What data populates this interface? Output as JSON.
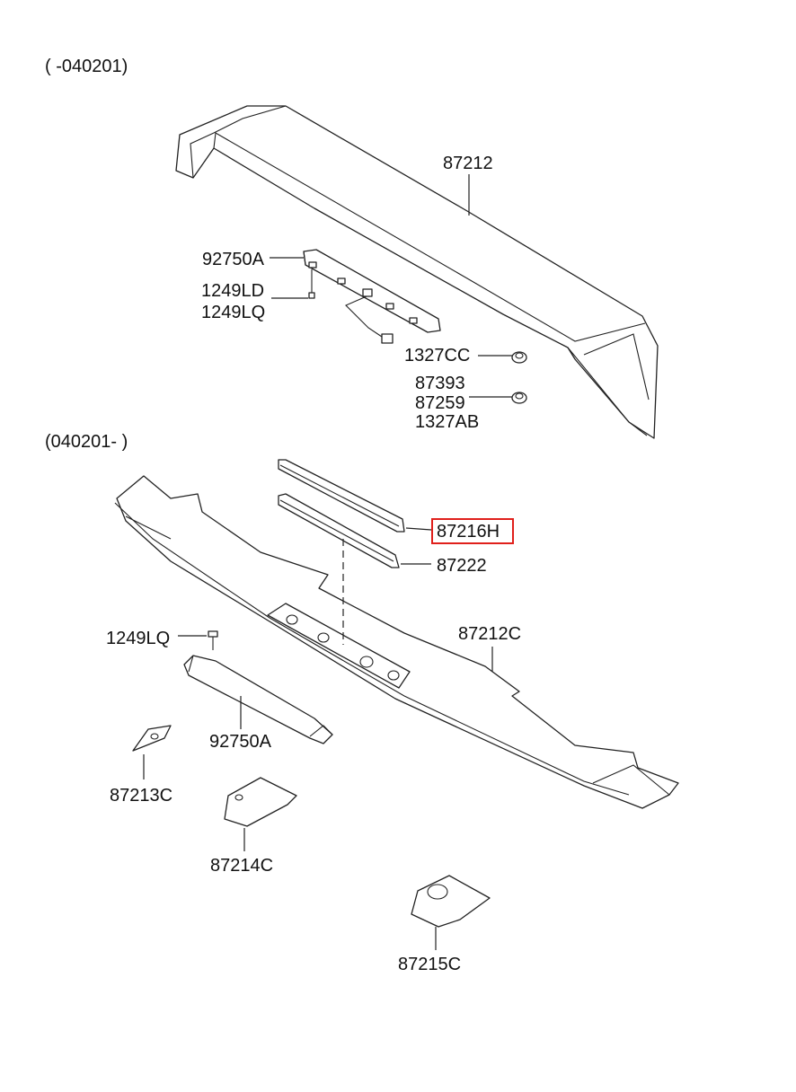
{
  "sections": {
    "before": "( -040201)",
    "after": "(040201- )"
  },
  "parts": {
    "p87212": "87212",
    "p92750a_top": "92750A",
    "p1249ld": "1249LD",
    "p1249lq_top": "1249LQ",
    "p1327cc": "1327CC",
    "p87393": "87393",
    "p87259": "87259",
    "p1327ab": "1327AB",
    "p87216h": "87216H",
    "p87222": "87222",
    "p1249lq_bottom": "1249LQ",
    "p87212c": "87212C",
    "p92750a_bottom": "92750A",
    "p87213c": "87213C",
    "p87214c": "87214C",
    "p87215c": "87215C"
  },
  "highlight": {
    "part": "87216H",
    "color": "#e0201b"
  }
}
